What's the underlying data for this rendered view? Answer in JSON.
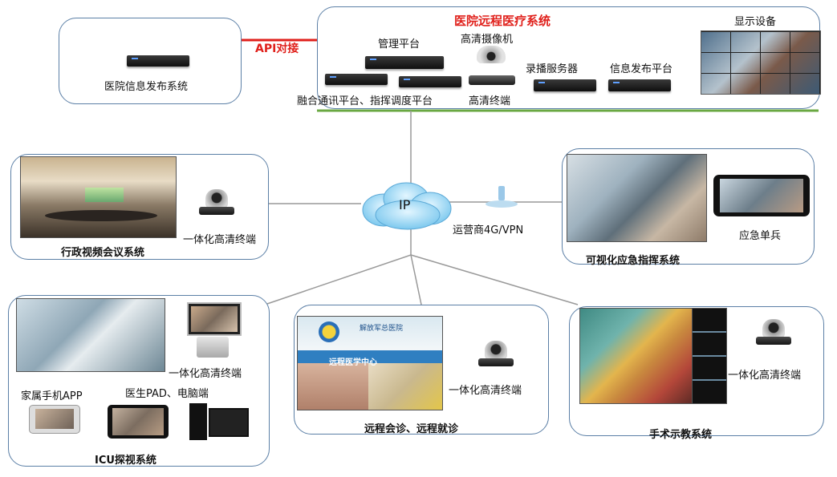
{
  "top": {
    "hospital_system_title": "医院远程医疗系统",
    "info_release_system": "医院信息发布系统",
    "api_label": "API对接",
    "mgmt_platform": "管理平台",
    "hd_camera": "高清摄像机",
    "recording_server": "录播服务器",
    "info_release_platform": "信息发布平台",
    "display_device": "显示设备",
    "fusion_platform": "融合通讯平台、指挥调度平台",
    "hd_terminal": "高清终端"
  },
  "center": {
    "ip_label": "IP",
    "carrier_label": "运营商4G/VPN"
  },
  "systems": {
    "admin_conference": {
      "title": "行政视频会议系统",
      "terminal": "一体化高清终端"
    },
    "emergency_command": {
      "title": "可视化应急指挥系统",
      "terminal": "应急单兵"
    },
    "icu": {
      "title": "ICU探视系统",
      "terminal": "一体化高清终端",
      "family_app": "家属手机APP",
      "doctor_pad": "医生PAD、电脑端"
    },
    "remote_consult": {
      "title": "远程会诊、远程就诊",
      "terminal": "一体化高清终端",
      "banner_top": "解放军总医院",
      "banner_mid": "远程医学中心"
    },
    "surgery_demo": {
      "title": "手术示教系统",
      "terminal": "一体化高清终端"
    }
  },
  "colors": {
    "accent_red": "#e0201b",
    "green_bar": "#5fa63a",
    "box_border": "#5b7fa6"
  }
}
